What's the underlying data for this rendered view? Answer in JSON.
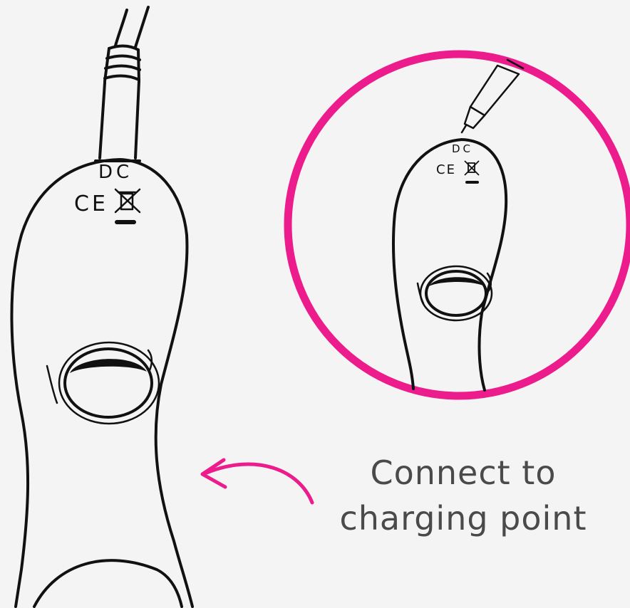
{
  "caption": {
    "line1": "Connect to",
    "line2": "charging point"
  },
  "device_markings": {
    "port_label": "DC",
    "cert_label": "CE"
  },
  "colors": {
    "accent": "#ec1c8c",
    "ink": "#111111",
    "caption": "#4a4a4a",
    "background": "#f4f4f4"
  },
  "icons": [
    "charging-cable-plug",
    "weee-bin-icon",
    "curved-arrow-icon",
    "magnifier-circle"
  ]
}
